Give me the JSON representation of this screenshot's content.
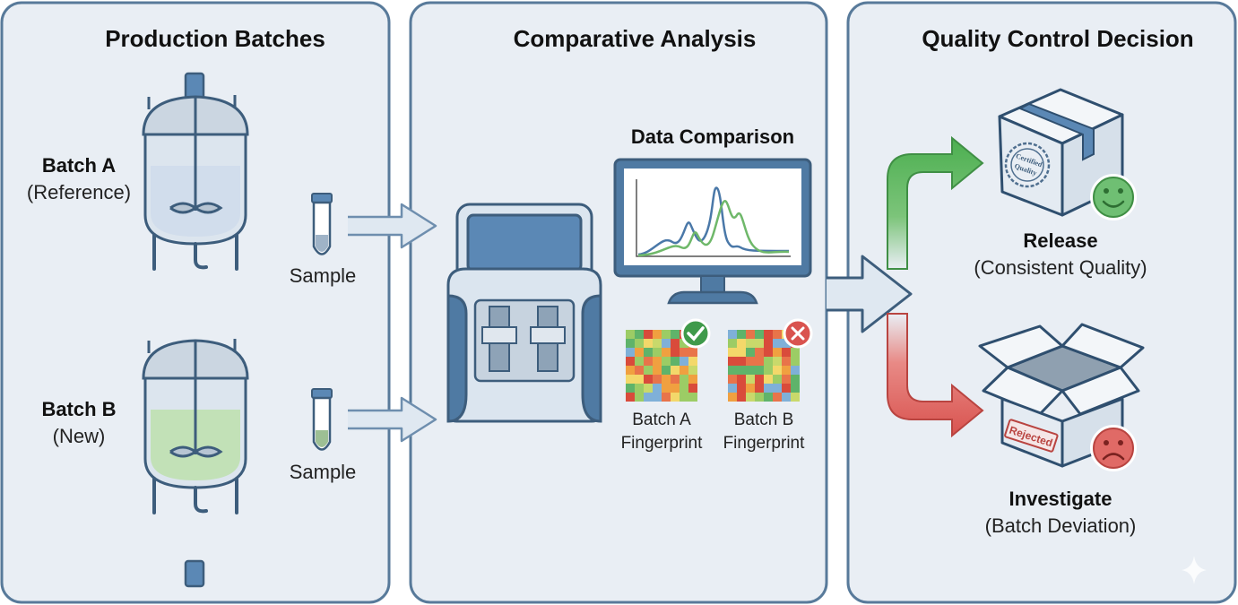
{
  "panels": [
    {
      "title": "Production Batches"
    },
    {
      "title": "Comparative Analysis"
    },
    {
      "title": "Quality Control Decision"
    }
  ],
  "batches": [
    {
      "name": "Batch A",
      "note": "(Reference)",
      "liquid_color": "#cfdceb",
      "sample_label": "Sample"
    },
    {
      "name": "Batch B",
      "note": "(New)",
      "liquid_color": "#bfe0b0",
      "sample_label": "Sample"
    }
  ],
  "analysis": {
    "monitor_title": "Data Comparison",
    "fingerprints": [
      {
        "line1": "Batch A",
        "line2": "Fingerprint",
        "status": "pass",
        "status_icon": "check-icon",
        "badge_color": "#3f9a4a"
      },
      {
        "line1": "Batch B",
        "line2": "Fingerprint",
        "status": "fail",
        "status_icon": "x-icon",
        "badge_color": "#d9534f"
      }
    ],
    "series_colors": [
      "#4a78a8",
      "#6fb86a"
    ]
  },
  "decisions": [
    {
      "title": "Release",
      "subtitle": "(Consistent Quality)",
      "stamp": "Certified Quality",
      "face_icon": "smiley-happy-icon",
      "color": "#4caf50"
    },
    {
      "title": "Investigate",
      "subtitle": "(Batch Deviation)",
      "stamp": "Rejected",
      "face_icon": "smiley-sad-icon",
      "color": "#d9534f"
    }
  ],
  "colors": {
    "panel_border": "#587a9a",
    "panel_fill": "#e9eef4",
    "accent": "#3d5d7c"
  }
}
